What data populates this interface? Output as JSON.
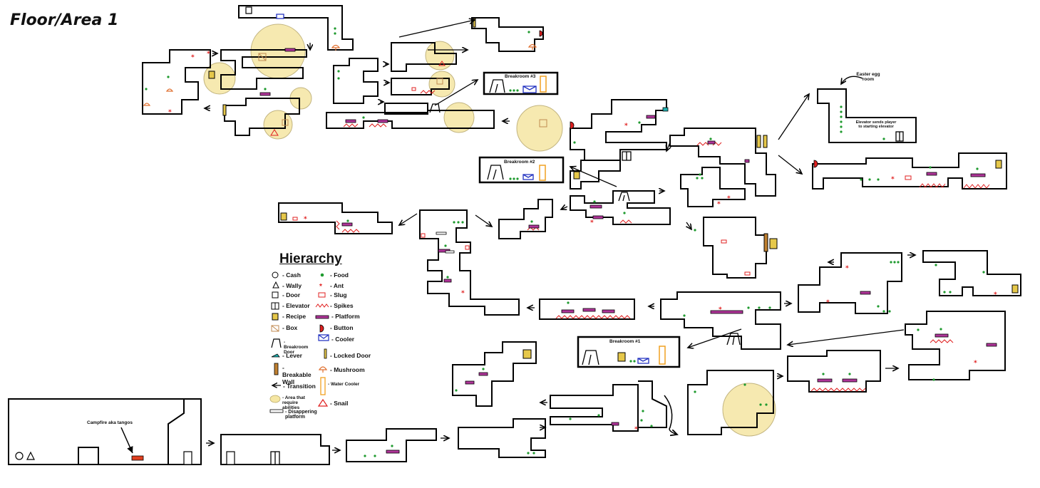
{
  "title": "Floor/Area 1",
  "legend": {
    "heading": "Hierarchy",
    "items": [
      {
        "key": "cash",
        "label": "- Cash"
      },
      {
        "key": "food",
        "label": "- Food"
      },
      {
        "key": "wally",
        "label": "- Wally"
      },
      {
        "key": "ant",
        "label": "- Ant"
      },
      {
        "key": "door",
        "label": "- Door"
      },
      {
        "key": "slug",
        "label": "- Slug"
      },
      {
        "key": "elevator",
        "label": "- Elevator"
      },
      {
        "key": "spikes",
        "label": "- Spikes"
      },
      {
        "key": "recipe",
        "label": "- Recipe"
      },
      {
        "key": "platform",
        "label": "- Platform"
      },
      {
        "key": "box",
        "label": "- Box"
      },
      {
        "key": "button",
        "label": "- Button"
      },
      {
        "key": "breakroom_door",
        "label": "- Breakroom Door"
      },
      {
        "key": "cooler",
        "label": "- Cooler"
      },
      {
        "key": "lever",
        "label": "- Lever"
      },
      {
        "key": "locked_door",
        "label": "- Locked Door"
      },
      {
        "key": "breakable_wall",
        "label": "- Breakable Wall"
      },
      {
        "key": "mushroom",
        "label": "- Mushroom"
      },
      {
        "key": "transition",
        "label": "- Transition"
      },
      {
        "key": "water_cooler",
        "label": "- Water Cooler"
      },
      {
        "key": "ability_area",
        "label": "- Area that require abilities"
      },
      {
        "key": "snail",
        "label": "- Snail"
      },
      {
        "key": "disappearing_platform",
        "label": "- Disappering platform"
      }
    ]
  },
  "labels": {
    "breakroom1": "Breakroom #1",
    "breakroom2": "Breakroom #2",
    "breakroom3": "Breakroom #3",
    "easter_egg": "Easter egg room",
    "elevator_note": "Elevator sends player to starting elevator",
    "campfire": "Campfire aka tangos"
  },
  "colors": {
    "wall": "#000000",
    "food": "#1e9a2e",
    "ant": "#e02020",
    "platform": "#b0359a",
    "spikes": "#e02020",
    "ability_area": "#f5e6a3",
    "cooler": "#2030c0",
    "water_cooler": "#f0a020",
    "lever": "#20b0b0",
    "mushroom": "#e07030"
  }
}
